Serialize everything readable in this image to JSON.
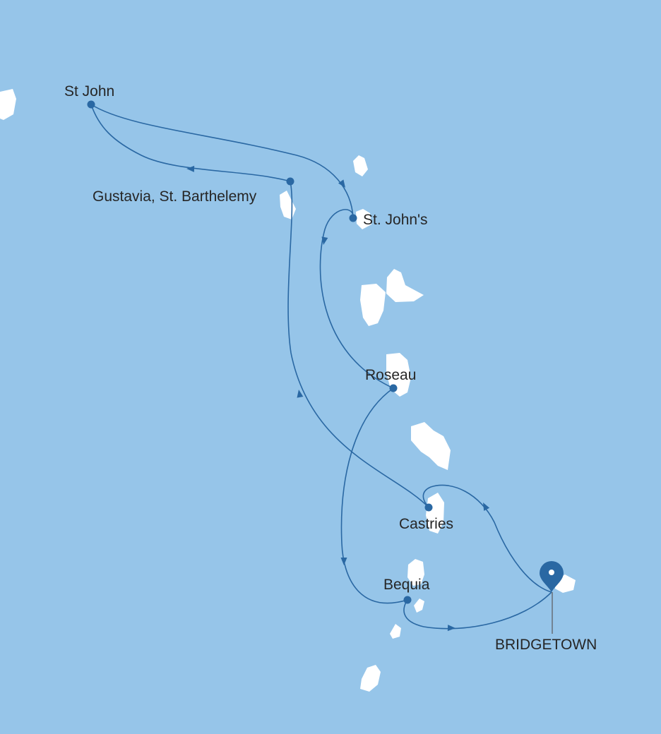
{
  "map": {
    "background_color": "#96c5e9",
    "land_color": "#ffffff",
    "route_color": "#2a68a3",
    "start_marker_icon": "map-pin-icon",
    "ports": [
      {
        "id": "st-john",
        "label": "St John"
      },
      {
        "id": "gustavia",
        "label": "Gustavia, St. Barthelemy"
      },
      {
        "id": "st-johns",
        "label": "St. John's"
      },
      {
        "id": "roseau",
        "label": "Roseau"
      },
      {
        "id": "castries",
        "label": "Castries"
      },
      {
        "id": "bequia",
        "label": "Bequia"
      }
    ],
    "home_port": {
      "id": "bridgetown",
      "label": "BRIDGETOWN"
    },
    "itinerary": [
      "BRIDGETOWN",
      "Castries",
      "Gustavia, St. Barthelemy",
      "St John",
      "St. John's",
      "Roseau",
      "Bequia",
      "BRIDGETOWN"
    ]
  }
}
